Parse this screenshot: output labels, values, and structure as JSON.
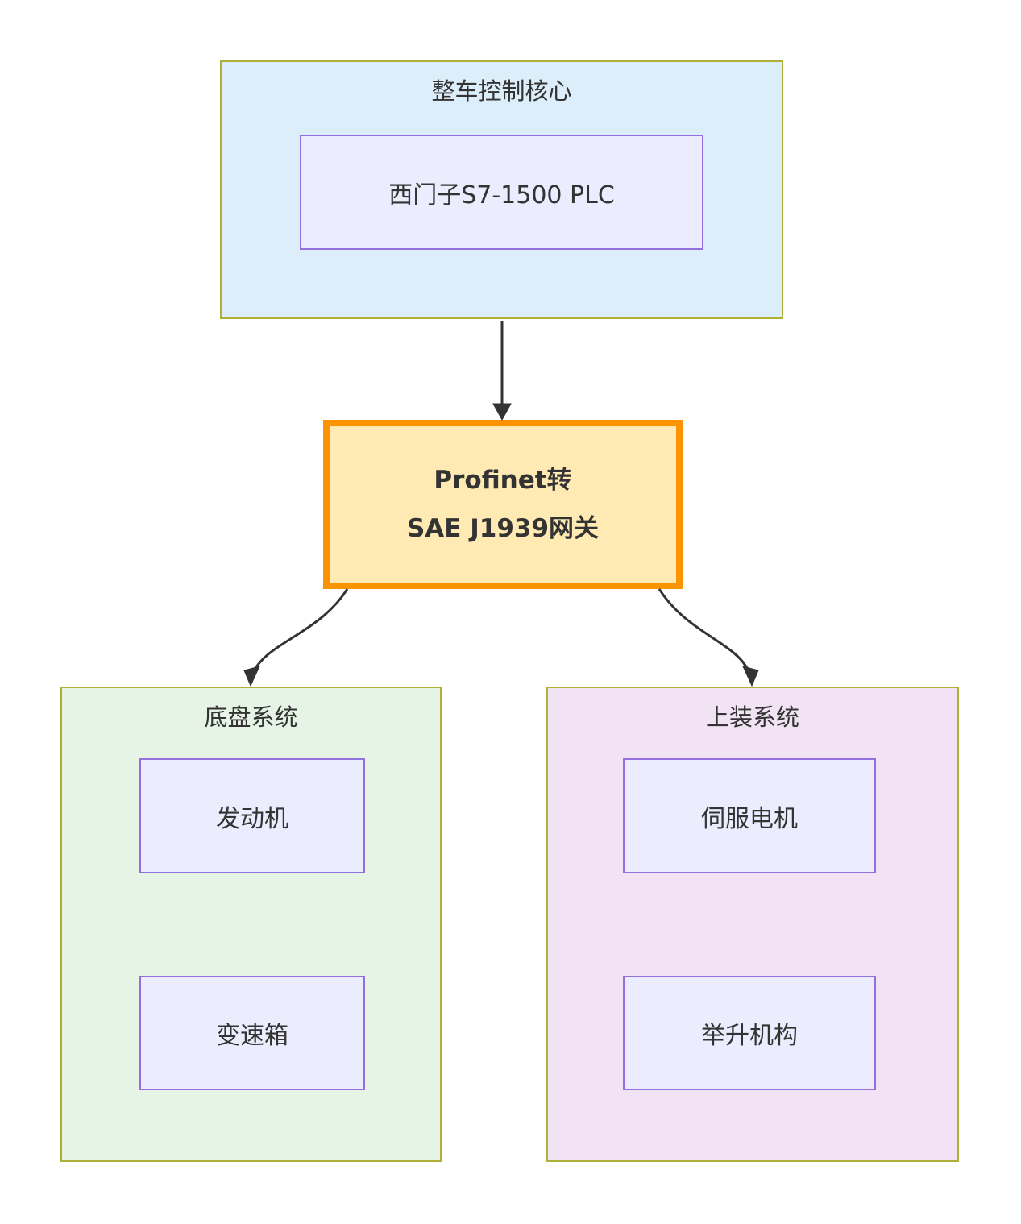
{
  "diagram": {
    "containers": {
      "control": {
        "title": "整车控制核心",
        "nodes": [
          {
            "label": "西门子S7-1500 PLC"
          }
        ]
      },
      "chassis": {
        "title": "底盘系统",
        "nodes": [
          {
            "label": "发动机"
          },
          {
            "label": "变速箱"
          }
        ]
      },
      "body": {
        "title": "上装系统",
        "nodes": [
          {
            "label": "伺服电机"
          },
          {
            "label": "举升机构"
          }
        ]
      }
    },
    "gateway": {
      "line1": "Profinet转",
      "line2": "SAE J1939网关"
    },
    "edges": [
      {
        "from": "整车控制核心 / 西门子S7-1500 PLC",
        "to": "Profinet转SAE J1939网关",
        "style": "straight-down-arrow"
      },
      {
        "from": "Profinet转SAE J1939网关",
        "to": "底盘系统",
        "style": "curved-down-left-arrow"
      },
      {
        "from": "Profinet转SAE J1939网关",
        "to": "上装系统",
        "style": "curved-down-right-arrow"
      }
    ]
  },
  "colors": {
    "control_fill": "#dceef9",
    "chassis_fill": "#e5f4e4",
    "body_fill": "#f2e3f4",
    "container_border": "#aeb037",
    "node_fill": "#ececff",
    "node_border": "#9370db",
    "gateway_fill": "#ffeab3",
    "gateway_border": "#fb9302",
    "arrow": "#333333",
    "text": "#333333"
  }
}
